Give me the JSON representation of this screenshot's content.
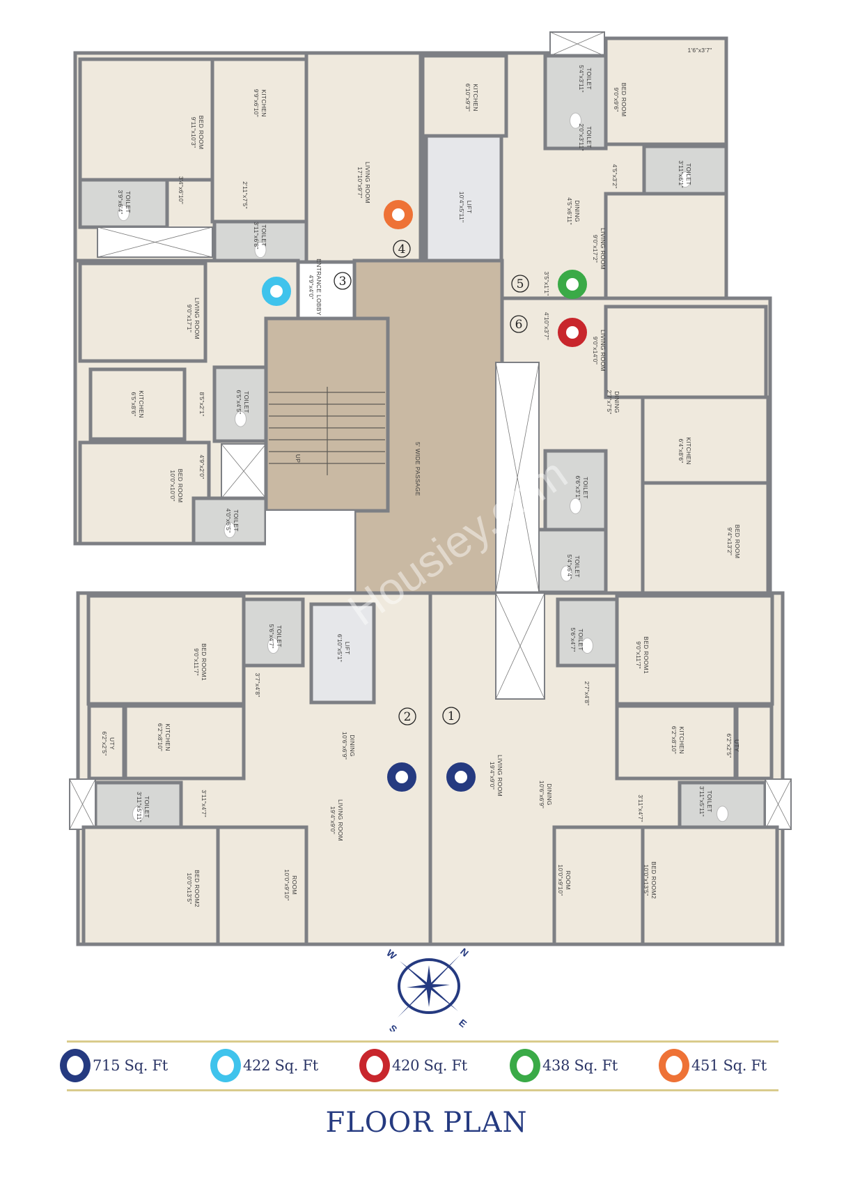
{
  "title": "FLOOR PLAN",
  "watermark": "Housiey.com",
  "colors": {
    "navy": "#253a80",
    "cyan": "#3fc3ec",
    "red": "#c8262c",
    "green": "#3aaa47",
    "orange": "#ee7236",
    "gold_rule": "#d9cb8c",
    "wall": "#7d7f84",
    "floor": "#efe9dd",
    "passage": "#c9b9a3"
  },
  "legend": [
    {
      "area": "715 Sq. Ft",
      "color": "#253a80"
    },
    {
      "area": "422 Sq. Ft",
      "color": "#3fc3ec"
    },
    {
      "area": "420 Sq. Ft",
      "color": "#c8262c"
    },
    {
      "area": "438 Sq. Ft",
      "color": "#3aaa47"
    },
    {
      "area": "451 Sq. Ft",
      "color": "#ee7236"
    }
  ],
  "units": [
    {
      "number": "1",
      "color": "#253a80"
    },
    {
      "number": "2",
      "color": "#253a80"
    },
    {
      "number": "3",
      "color": "#3fc3ec"
    },
    {
      "number": "4",
      "color": "#ee7236"
    },
    {
      "number": "5",
      "color": "#3aaa47"
    },
    {
      "number": "6",
      "color": "#c8262c"
    }
  ],
  "compass": {
    "n": "N",
    "e": "E",
    "s": "S",
    "w": "W"
  },
  "labels": [
    {
      "name": "BED ROOM",
      "dim": "9'11\"x10'3\""
    },
    {
      "name": "KITCHEN",
      "dim": "9'9\"x6'10\""
    },
    {
      "name": "TOILET",
      "dim": "3'9\"x6'4\""
    },
    {
      "name": "",
      "dim": "3'4\"x6'10\""
    },
    {
      "name": "",
      "dim": "2'11\"x7'5\""
    },
    {
      "name": "TOILET",
      "dim": "3'11\"x6'8\""
    },
    {
      "name": "LIVING ROOM",
      "dim": "17'10\"x9'7\""
    },
    {
      "name": "ENTRANCE LOBBY",
      "dim": "4'9\"x4'0\""
    },
    {
      "name": "KITCHEN",
      "dim": "6'10\"x9'3\""
    },
    {
      "name": "TOILET",
      "dim": "5'4\"x3'11\""
    },
    {
      "name": "TOILET",
      "dim": "2'0\"x3'11\""
    },
    {
      "name": "BED ROOM",
      "dim": "9'0\"x9'6\""
    },
    {
      "name": "",
      "dim": "1'6\"x3'7\""
    },
    {
      "name": "TOILET",
      "dim": "3'11\"x6'1\""
    },
    {
      "name": "",
      "dim": "4'5\"x3'2\""
    },
    {
      "name": "LIFT",
      "dim": "10'4\"x5'11\""
    },
    {
      "name": "DINING",
      "dim": "4'5\"x6'11\""
    },
    {
      "name": "LIVING ROOM",
      "dim": "9'0\"x17'2\""
    },
    {
      "name": "",
      "dim": "3'5\"x1'1\""
    },
    {
      "name": "LIVING ROOM",
      "dim": "9'0\"x17'1\""
    },
    {
      "name": "KITCHEN",
      "dim": "6'5\"x8'6\""
    },
    {
      "name": "",
      "dim": "8'5\"x2'1\""
    },
    {
      "name": "TOILET",
      "dim": "6'5\"x4'5\""
    },
    {
      "name": "",
      "dim": "4'9\"x2'0\""
    },
    {
      "name": "BED ROOM",
      "dim": "10'0\"x10'0\""
    },
    {
      "name": "TOILET",
      "dim": "4'0\"x6'5\""
    },
    {
      "name": "UP",
      "dim": ""
    },
    {
      "name": "5' WIDE PASSAGE",
      "dim": ""
    },
    {
      "name": "",
      "dim": "4'10\"x3'7\""
    },
    {
      "name": "LIVING ROOM",
      "dim": "9'0\"x14'0\""
    },
    {
      "name": "DINING",
      "dim": "2'7\"x7'5\""
    },
    {
      "name": "KITCHEN",
      "dim": "6'4\"x8'6\""
    },
    {
      "name": "TOILET",
      "dim": "6'6\"x3'1\""
    },
    {
      "name": "TOILET",
      "dim": "5'4\"x6'4\""
    },
    {
      "name": "BED ROOM",
      "dim": "9'4\"x13'2\""
    },
    {
      "name": "BED ROOM1",
      "dim": "9'0\"x11'7\""
    },
    {
      "name": "TOILET",
      "dim": "5'6\"x4'7\""
    },
    {
      "name": "LIFT",
      "dim": "6'10\"x5'1\""
    },
    {
      "name": "",
      "dim": "3'7\"x4'8\""
    },
    {
      "name": "UTY",
      "dim": "6'2\"x2'5\""
    },
    {
      "name": "KITCHEN",
      "dim": "6'2\"x8'10\""
    },
    {
      "name": "DINING",
      "dim": "10'6\"x6'9\""
    },
    {
      "name": "TOILET",
      "dim": "3'11\"x5'11\""
    },
    {
      "name": "",
      "dim": "3'11\"x4'7\""
    },
    {
      "name": "LIVING ROOM",
      "dim": "19'4\"x9'0\""
    },
    {
      "name": "ROOM",
      "dim": "10'0\"x9'10\""
    },
    {
      "name": "BED ROOM2",
      "dim": "10'0\"x13'5\""
    },
    {
      "name": "TOILET",
      "dim": "5'6\"x4'7\""
    },
    {
      "name": "BED ROOM1",
      "dim": "9'0\"x11'7\""
    },
    {
      "name": "",
      "dim": "2'7\"x4'8\""
    },
    {
      "name": "KITCHEN",
      "dim": "6'2\"x8'10\""
    },
    {
      "name": "UTY",
      "dim": "6'2\"x2'5\""
    },
    {
      "name": "LIVING ROOM",
      "dim": "19'4\"x9'0\""
    },
    {
      "name": "DINING",
      "dim": "10'6\"x6'9\""
    },
    {
      "name": "",
      "dim": "3'11\"x4'7\""
    },
    {
      "name": "TOILET",
      "dim": "3'11\"x5'11\""
    },
    {
      "name": "ROOM",
      "dim": "10'0\"x9'10\""
    },
    {
      "name": "BED ROOM2",
      "dim": "10'0\"x13'5\""
    }
  ]
}
